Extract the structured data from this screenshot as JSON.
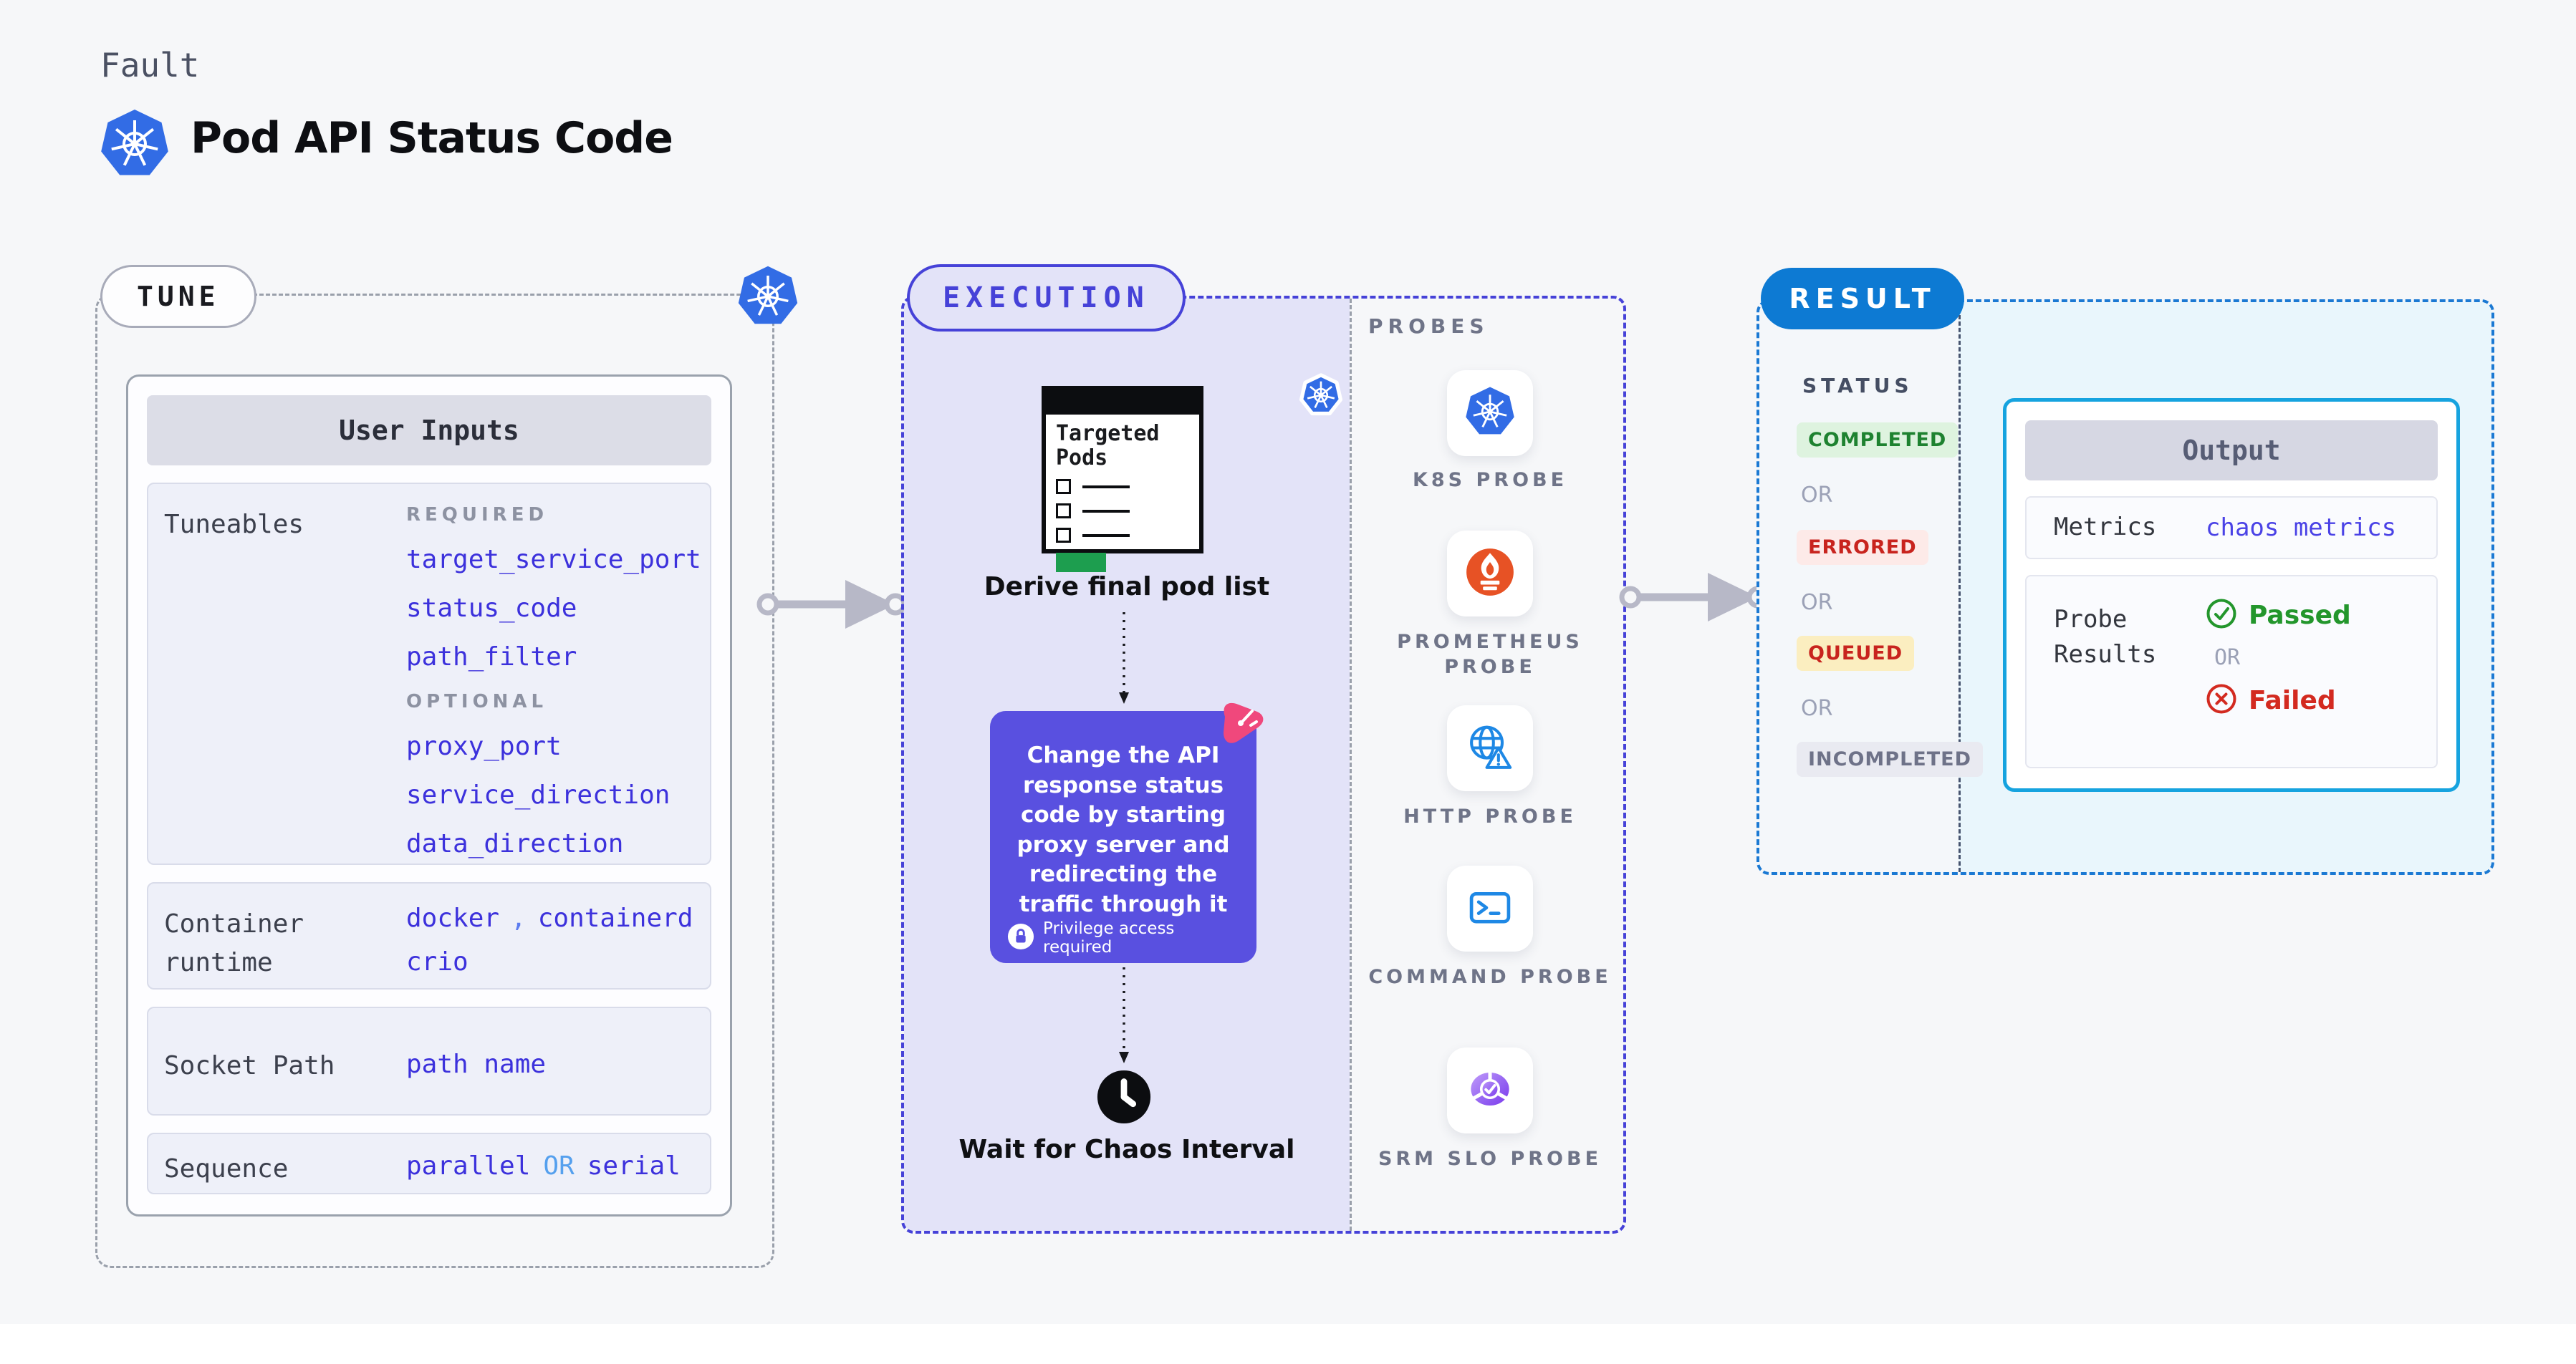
{
  "header": {
    "eyebrow": "Fault",
    "title": "Pod API Status Code"
  },
  "tune": {
    "badge": "TUNE",
    "card_title": "User Inputs",
    "tuneables": {
      "label": "Tuneables",
      "required_label": "REQUIRED",
      "required": [
        "target_service_port",
        "status_code",
        "path_filter"
      ],
      "optional_label": "OPTIONAL",
      "optional": [
        "proxy_port",
        "service_direction",
        "data_direction"
      ]
    },
    "runtime": {
      "label": "Container runtime",
      "v1": "docker",
      "sep": ",",
      "v2": "containerd",
      "v3": "crio"
    },
    "socket": {
      "label": "Socket Path",
      "value": "path name"
    },
    "sequence": {
      "label": "Sequence",
      "v1": "parallel",
      "or": "OR",
      "v2": "serial"
    }
  },
  "execution": {
    "badge": "EXECUTION",
    "window_title": "Targeted Pods",
    "derive_label": "Derive final pod list",
    "action_text": "Change the API response status code by starting proxy server and redirecting the traffic through it",
    "privilege_note": "Privilege access required",
    "wait_label": "Wait for Chaos Interval"
  },
  "probes": {
    "title": "PROBES",
    "items": [
      {
        "label": "K8S PROBE",
        "icon": "kubernetes-icon"
      },
      {
        "label": "PROMETHEUS PROBE",
        "icon": "prometheus-icon"
      },
      {
        "label": "HTTP PROBE",
        "icon": "http-globe-warning-icon"
      },
      {
        "label": "COMMAND PROBE",
        "icon": "terminal-icon"
      },
      {
        "label": "SRM SLO PROBE",
        "icon": "slo-donut-check-icon"
      }
    ]
  },
  "result": {
    "badge": "RESULT",
    "status_label": "STATUS",
    "or_label": "OR",
    "statuses": [
      {
        "label": "COMPLETED",
        "type": "completed"
      },
      {
        "label": "ERRORED",
        "type": "errored"
      },
      {
        "label": "QUEUED",
        "type": "queued"
      },
      {
        "label": "INCOMPLETED",
        "type": "incompleted"
      }
    ],
    "output": {
      "title": "Output",
      "metrics_label": "Metrics",
      "metrics_value": "chaos metrics",
      "probe_results_label": "Probe Results",
      "passed": "Passed",
      "or": "OR",
      "failed": "Failed"
    }
  },
  "colors": {
    "kubernetes_blue": "#326ce5",
    "execution_accent": "#4642d8",
    "execution_bg": "#e3e3f8",
    "action_box_bg": "#5950e0",
    "chaos_pink": "#f0487c",
    "result_accent": "#0d7ad3",
    "output_border": "#16a3df",
    "value_blue": "#3c31dc",
    "passed_green": "#23962c",
    "failed_red": "#d32a20",
    "completed_bg": "#def3df",
    "completed_text": "#1e8230",
    "errored_bg": "#fdeae8",
    "errored_text": "#c8241e",
    "queued_bg": "#fbeec0",
    "queued_text": "#c8241e",
    "incompleted_bg": "#e9eaf1",
    "incompleted_text": "#6e7288",
    "prometheus_orange": "#e75225",
    "probe_icon_blue": "#1e88e5",
    "srm_purple": "#8b5cf6",
    "green_bar": "#1d9e4f"
  }
}
